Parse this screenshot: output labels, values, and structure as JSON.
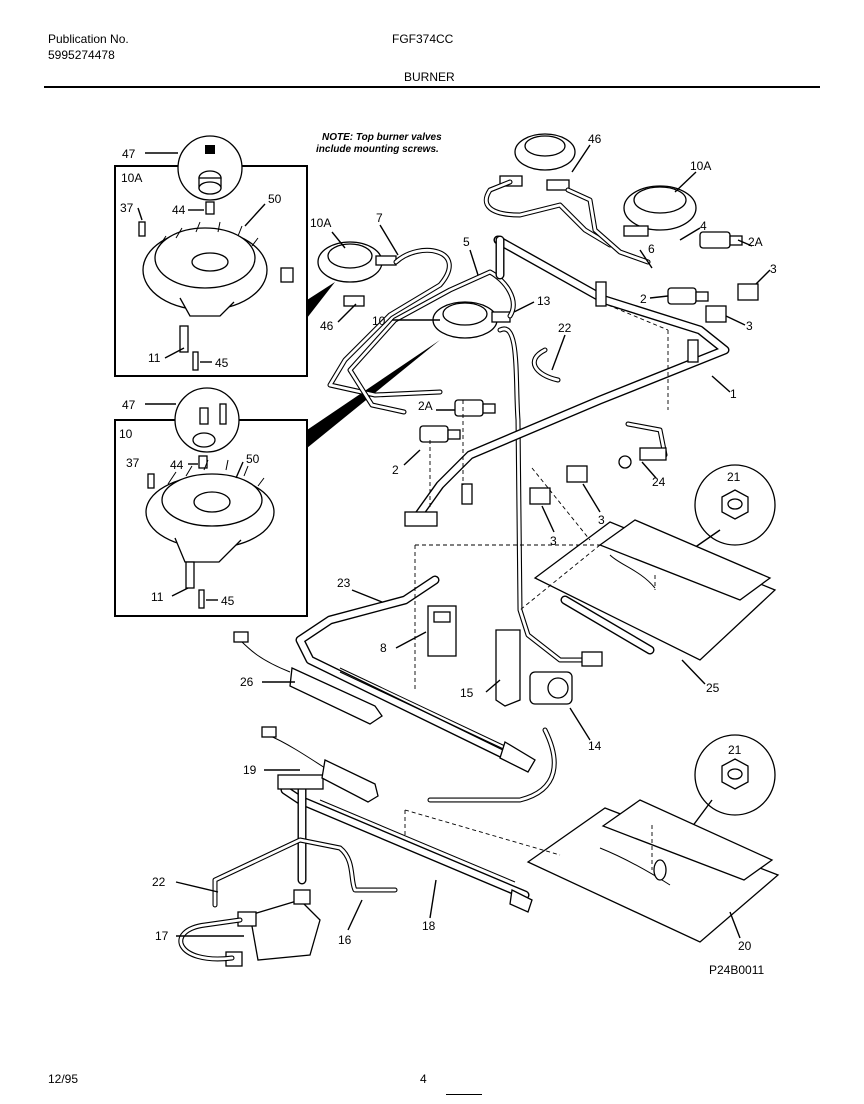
{
  "header": {
    "publication_label": "Publication No.",
    "publication_number": "5995274478",
    "model": "FGF374CC",
    "section": "BURNER"
  },
  "note": {
    "line1": "NOTE: Top burner valves",
    "line2": "include mounting screws."
  },
  "callouts": {
    "c47a": "47",
    "c10a_box": "10A",
    "c37a": "37",
    "c44a": "44",
    "c50a": "50",
    "c11a": "11",
    "c45a": "45",
    "c47b": "47",
    "c10_box": "10",
    "c37b": "37",
    "c44b": "44",
    "c50b": "50",
    "c11b": "11",
    "c45b": "45",
    "c10a_left": "10A",
    "c7": "7",
    "c46_left": "46",
    "c5": "5",
    "c10": "10",
    "c13": "13",
    "c46_top": "46",
    "c10a_right": "10A",
    "c4": "4",
    "c6": "6",
    "c2a_right": "2A",
    "c3_r1": "3",
    "c2_right": "2",
    "c3_r2": "3",
    "c1": "1",
    "c22_top": "22",
    "c2a_left": "2A",
    "c2_left": "2",
    "c3_mid1": "3",
    "c3_mid2": "3",
    "c24": "24",
    "c21_top": "21",
    "c23": "23",
    "c8": "8",
    "c26": "26",
    "c15": "15",
    "c14": "14",
    "c25": "25",
    "c19": "19",
    "c21_bottom": "21",
    "c22_bottom": "22",
    "c17": "17",
    "c16": "16",
    "c18": "18",
    "c20": "20"
  },
  "drawing_code": "P24B0011",
  "footer": {
    "date": "12/95",
    "page": "4"
  }
}
